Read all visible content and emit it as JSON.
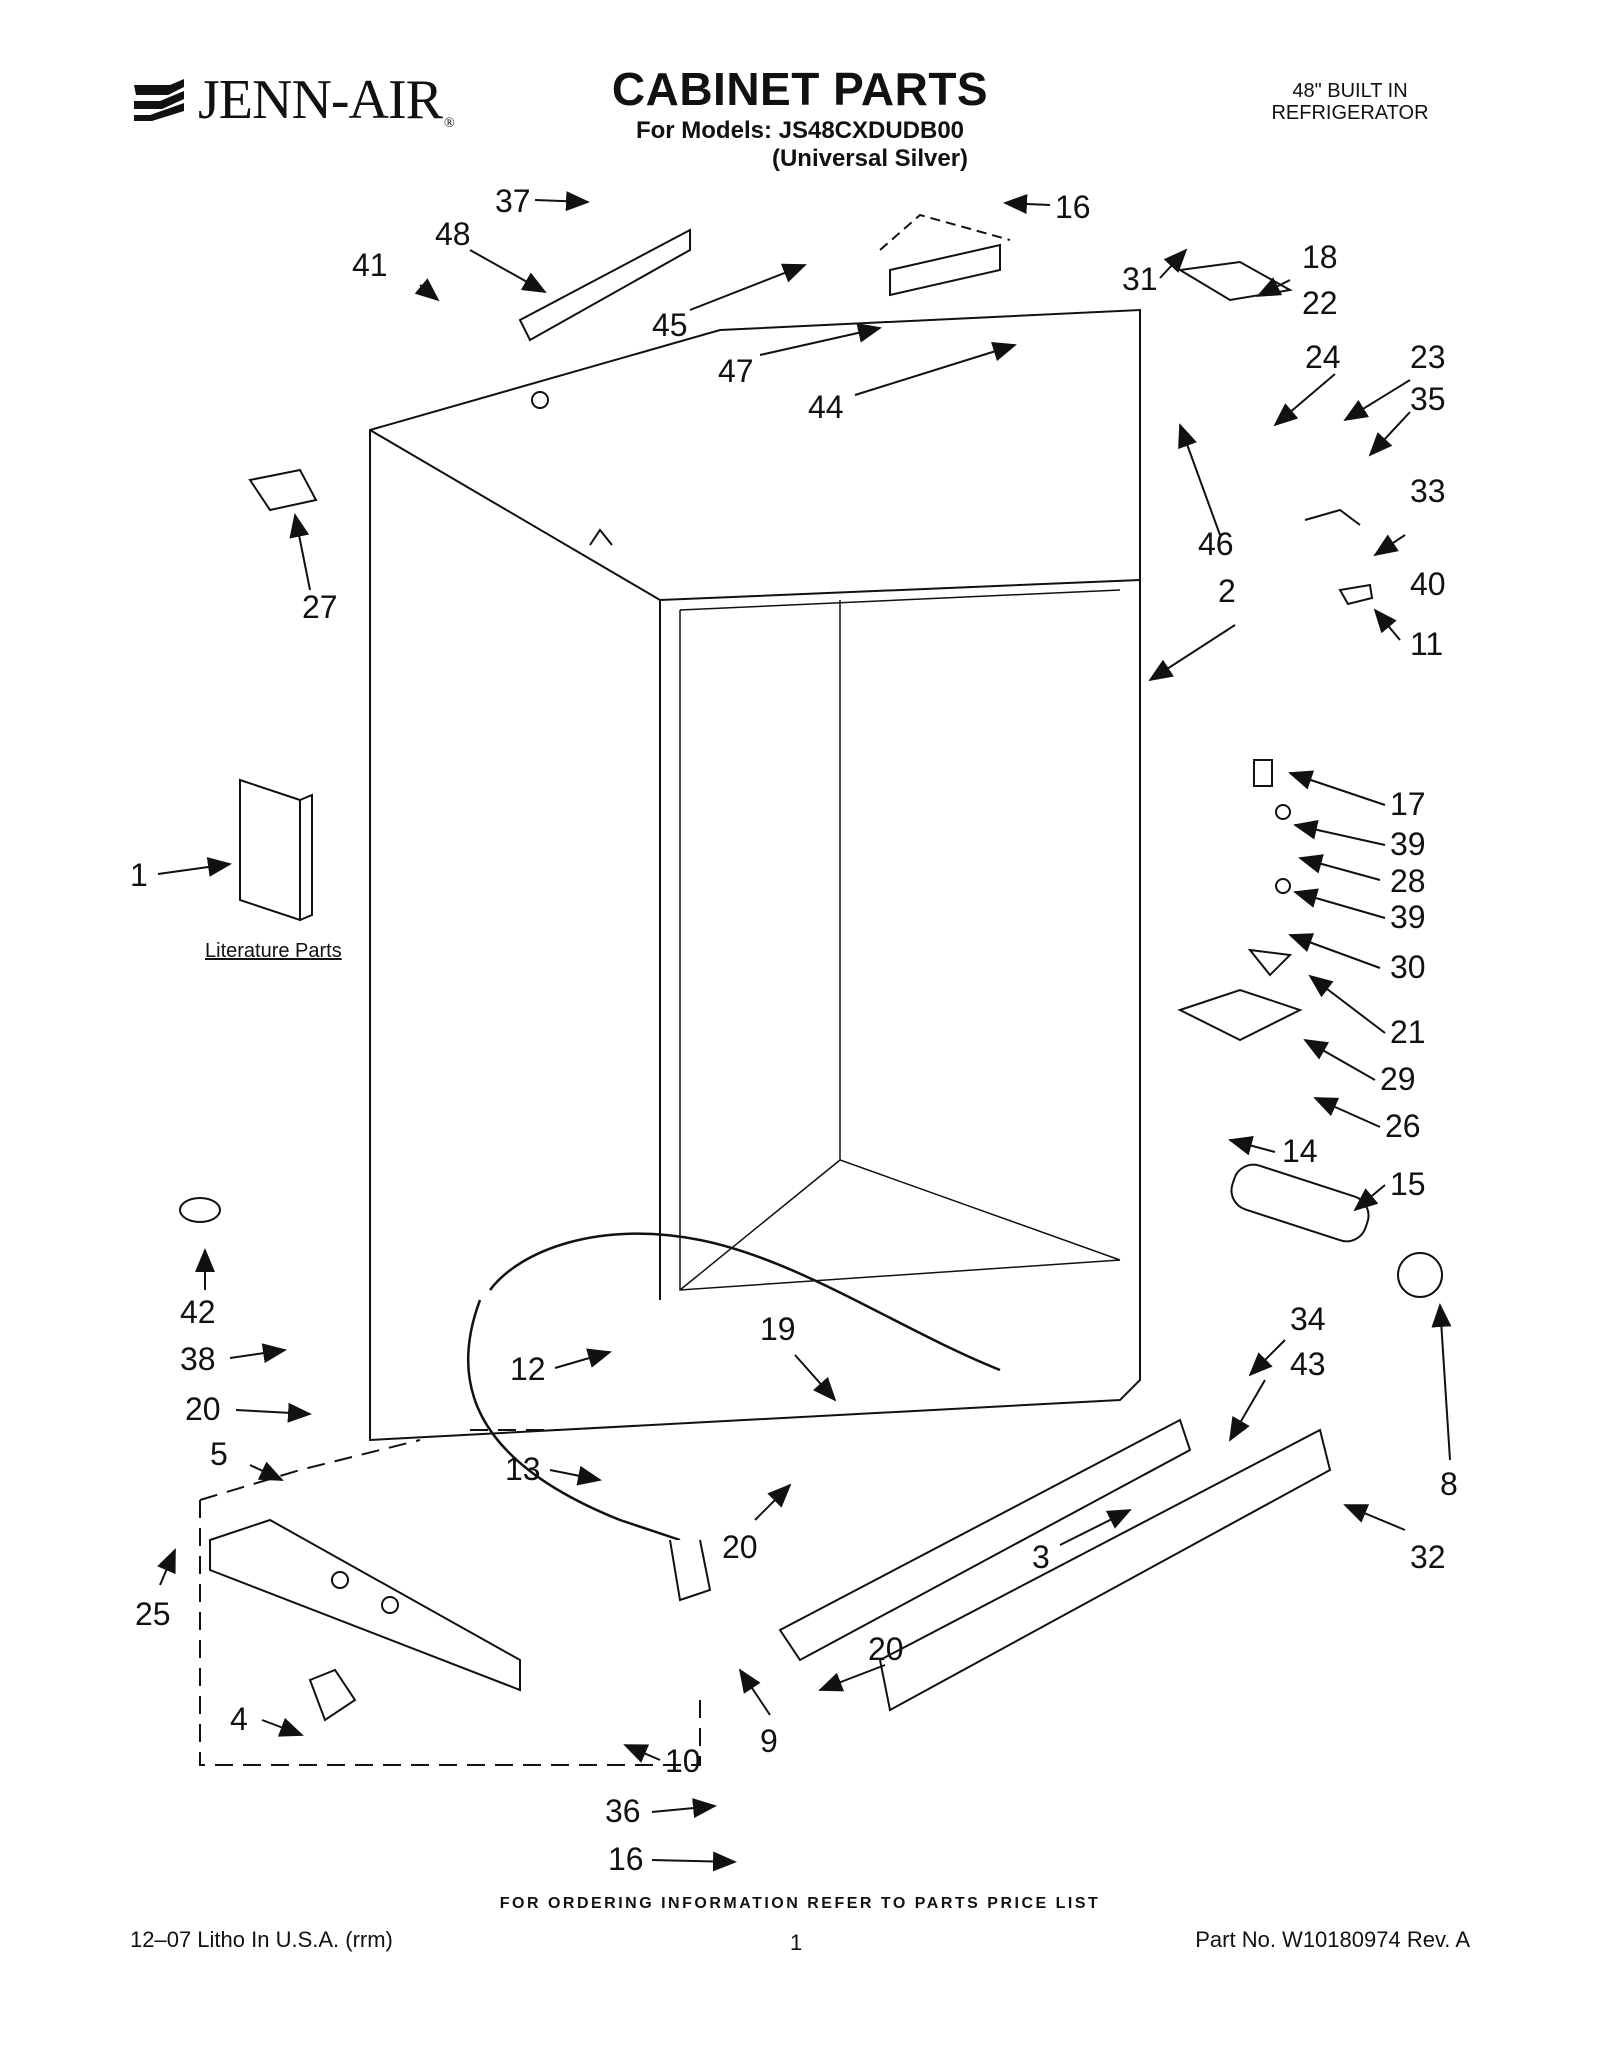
{
  "header": {
    "brand": "JENN-AIR",
    "brand_mark": "®",
    "title": "CABINET PARTS",
    "models_line": "For Models: JS48CXDUDB00",
    "color_line": "(Universal Silver)",
    "product_line1": "48\" BUILT IN",
    "product_line2": "REFRIGERATOR"
  },
  "diagram": {
    "literature_label": "Literature Parts",
    "callouts": [
      "37",
      "16",
      "48",
      "41",
      "45",
      "47",
      "44",
      "31",
      "18",
      "22",
      "24",
      "23",
      "35",
      "33",
      "46",
      "40",
      "2",
      "11",
      "27",
      "17",
      "39",
      "28",
      "39",
      "30",
      "1",
      "21",
      "29",
      "26",
      "14",
      "15",
      "42",
      "34",
      "38",
      "43",
      "19",
      "12",
      "20",
      "8",
      "5",
      "13",
      "3",
      "32",
      "20",
      "25",
      "20",
      "4",
      "10",
      "9",
      "36",
      "16"
    ]
  },
  "footer": {
    "order_note": "FOR ORDERING INFORMATION REFER TO PARTS PRICE LIST",
    "litho": "12–07 Litho In U.S.A. (rrm)",
    "page_number": "1",
    "part_number": "Part No. W10180974 Rev. A"
  },
  "colors": {
    "ink": "#111111",
    "paper": "#ffffff"
  }
}
